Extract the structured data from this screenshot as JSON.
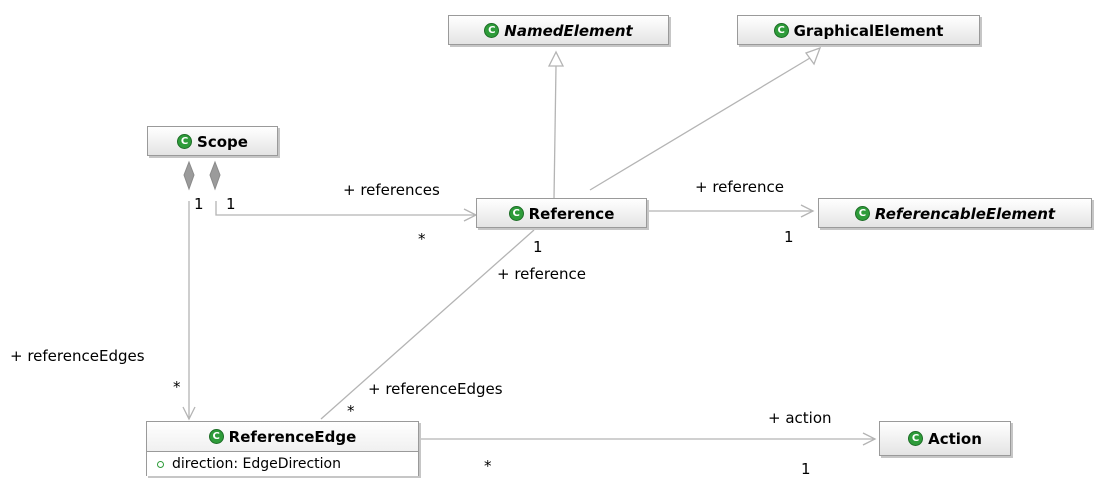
{
  "classes": {
    "named_element": {
      "name": "NamedElement",
      "abstract": true
    },
    "graphical_element": {
      "name": "GraphicalElement",
      "abstract": false
    },
    "scope": {
      "name": "Scope",
      "abstract": false
    },
    "reference": {
      "name": "Reference",
      "abstract": false
    },
    "referencable_element": {
      "name": "ReferencableElement",
      "abstract": true
    },
    "reference_edge": {
      "name": "ReferenceEdge",
      "abstract": false,
      "attributes": [
        {
          "text": "direction: EdgeDirection"
        }
      ]
    },
    "action": {
      "name": "Action",
      "abstract": false
    }
  },
  "class_icon": "C",
  "edges": {
    "scope_references": {
      "role": "+ references",
      "source_mult": "1",
      "target_mult": "*"
    },
    "scope_reference_edges": {
      "role": "+ referenceEdges",
      "source_mult": "1",
      "target_mult": "*"
    },
    "reference_referencable": {
      "role": "+ reference",
      "target_mult": "1"
    },
    "reference_edge_reference": {
      "role_at_reference": "+ reference",
      "mult_at_reference": "1",
      "role_at_edge": "+ referenceEdges",
      "mult_at_edge": "*"
    },
    "reference_edge_action": {
      "role": "+ action",
      "source_mult": "*",
      "target_mult": "1"
    }
  },
  "colors": {
    "class_icon": "#2e9c3a",
    "line": "#b4b4b4",
    "class_border": "#9a9a9a"
  }
}
